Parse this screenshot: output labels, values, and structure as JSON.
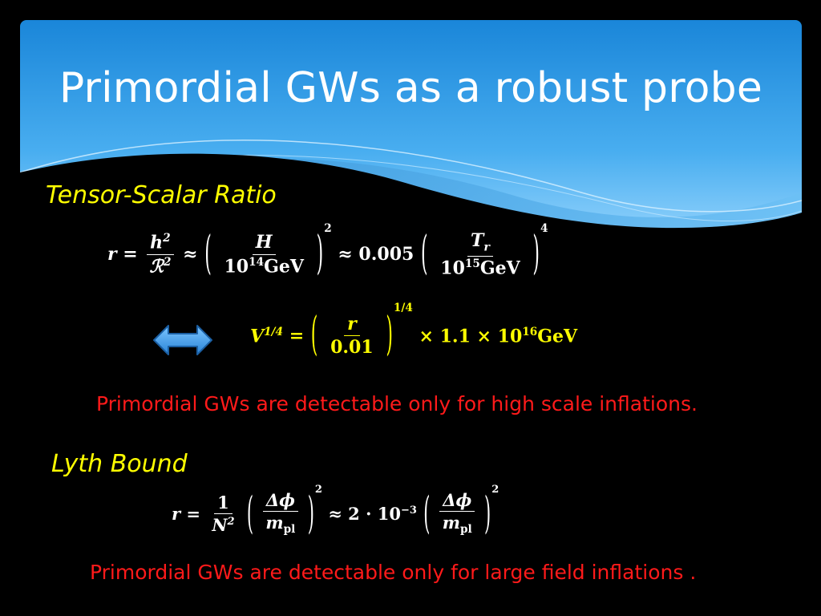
{
  "slide": {
    "title": "Primordial GWs as a robust probe",
    "section1": {
      "heading": "Tensor-Scalar Ratio",
      "eq1": {
        "lhs": "r",
        "eq": "=",
        "f1_num": "h",
        "f1_num_exp": "2",
        "f1_den": "ℛ",
        "f1_den_exp": "2",
        "approx": "≈",
        "f2_num": "H",
        "f2_den": "10",
        "f2_den_exp": "14",
        "f2_den_unit": "GeV",
        "f2_exp": "2",
        "approx2": "≈ 0.005",
        "f3_num": "T",
        "f3_num_sub": "r",
        "f3_den": "10",
        "f3_den_exp": "15",
        "f3_den_unit": "GeV",
        "f3_exp": "4"
      },
      "eq2": {
        "lhs": "V",
        "lhs_exp": "1/4",
        "eq": "=",
        "f_num": "r",
        "f_den": "0.01",
        "f_exp": "1/4",
        "rhs": "× 1.1 × 10",
        "rhs_exp": "16",
        "rhs_unit": "GeV"
      },
      "note": "Primordial GWs are detectable only for high scale inflations."
    },
    "section2": {
      "heading": "Lyth Bound",
      "eq": {
        "lhs": "r",
        "eq": "=",
        "f1_num": "1",
        "f1_den": "N",
        "f1_den_exp": "2",
        "f2_num": "Δϕ",
        "f2_den": "m",
        "f2_den_sub": "pl",
        "f2_exp": "2",
        "approx": "≈ 2 · 10",
        "approx_exp": "−3",
        "f3_num": "Δϕ",
        "f3_den": "m",
        "f3_den_sub": "pl",
        "f3_exp": "2"
      },
      "note": "Primordial GWs are detectable only for large field inflations ."
    },
    "colors": {
      "heading": "#ffff00",
      "note": "#ff1a1a",
      "header_top": "#1d8fe0",
      "header_bottom": "#8fd3ff"
    },
    "icons": [
      "double-arrow-icon"
    ]
  }
}
